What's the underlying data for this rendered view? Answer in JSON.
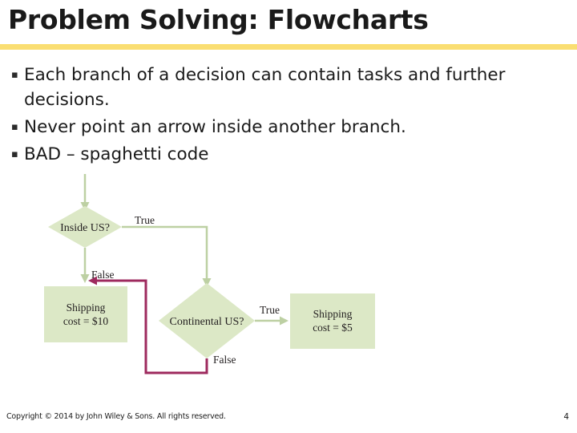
{
  "slide": {
    "title": "Problem Solving: Flowcharts",
    "rule_color": "#fade72"
  },
  "bullets": [
    {
      "marker": "▪",
      "text": "Each branch of a decision can contain tasks and further decisions."
    },
    {
      "marker": "▪",
      "text": "Never point an arrow inside another branch."
    },
    {
      "marker": "▪",
      "text": "BAD – spaghetti code"
    }
  ],
  "flowchart": {
    "node_fill": "#dce8c6",
    "connector_color": "#bdd0a3",
    "bad_connector_color": "#9e2a5e",
    "nodes": {
      "decision_inside_us": "Inside US?",
      "decision_continental_us": "Continental US?",
      "process_cost_10_line1": "Shipping",
      "process_cost_10_line2": "cost = $10",
      "process_cost_5_line1": "Shipping",
      "process_cost_5_line2": "cost = $5"
    },
    "edge_labels": {
      "inside_us_true": "True",
      "inside_us_false": "False",
      "continental_us_true": "True",
      "continental_us_false": "False"
    }
  },
  "footer": {
    "copyright": "Copyright © 2014 by John Wiley & Sons.  All rights reserved.",
    "page_number": "4"
  }
}
